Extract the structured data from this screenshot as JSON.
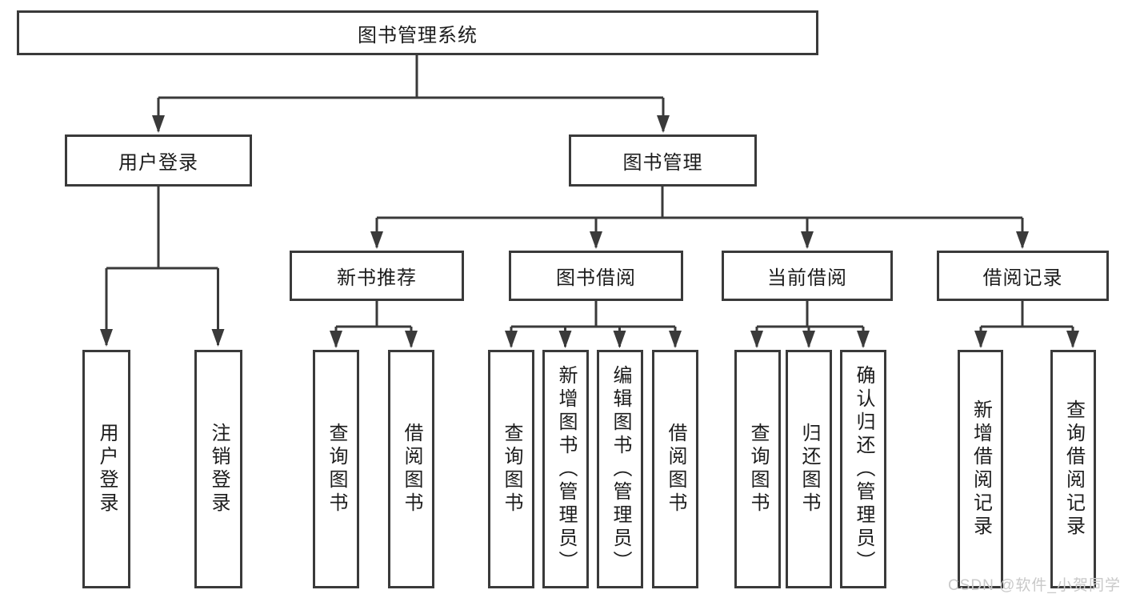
{
  "title": "图书管理系统",
  "watermark": "CSDN @软件_小贺同学",
  "colors": {
    "line": "#3a3a3a",
    "text": "#1c1c1c",
    "watermark": "#c9c9c9",
    "background": "#ffffff"
  },
  "tree": {
    "root": {
      "label": "图书管理系统",
      "children": [
        {
          "label": "用户登录",
          "children": [
            {
              "label": "用户登录"
            },
            {
              "label": "注销登录"
            }
          ]
        },
        {
          "label": "图书管理",
          "children": [
            {
              "label": "新书推荐",
              "children": [
                {
                  "label": "查询图书"
                },
                {
                  "label": "借阅图书"
                }
              ]
            },
            {
              "label": "图书借阅",
              "children": [
                {
                  "label": "查询图书"
                },
                {
                  "label": "新增图书（管理员）"
                },
                {
                  "label": "编辑图书（管理员）"
                },
                {
                  "label": "借阅图书"
                }
              ]
            },
            {
              "label": "当前借阅",
              "children": [
                {
                  "label": "查询图书"
                },
                {
                  "label": "归还图书"
                },
                {
                  "label": "确认归还（管理员）"
                }
              ]
            },
            {
              "label": "借阅记录",
              "children": [
                {
                  "label": "新增借阅记录"
                },
                {
                  "label": "查询借阅记录"
                }
              ]
            }
          ]
        }
      ]
    }
  }
}
